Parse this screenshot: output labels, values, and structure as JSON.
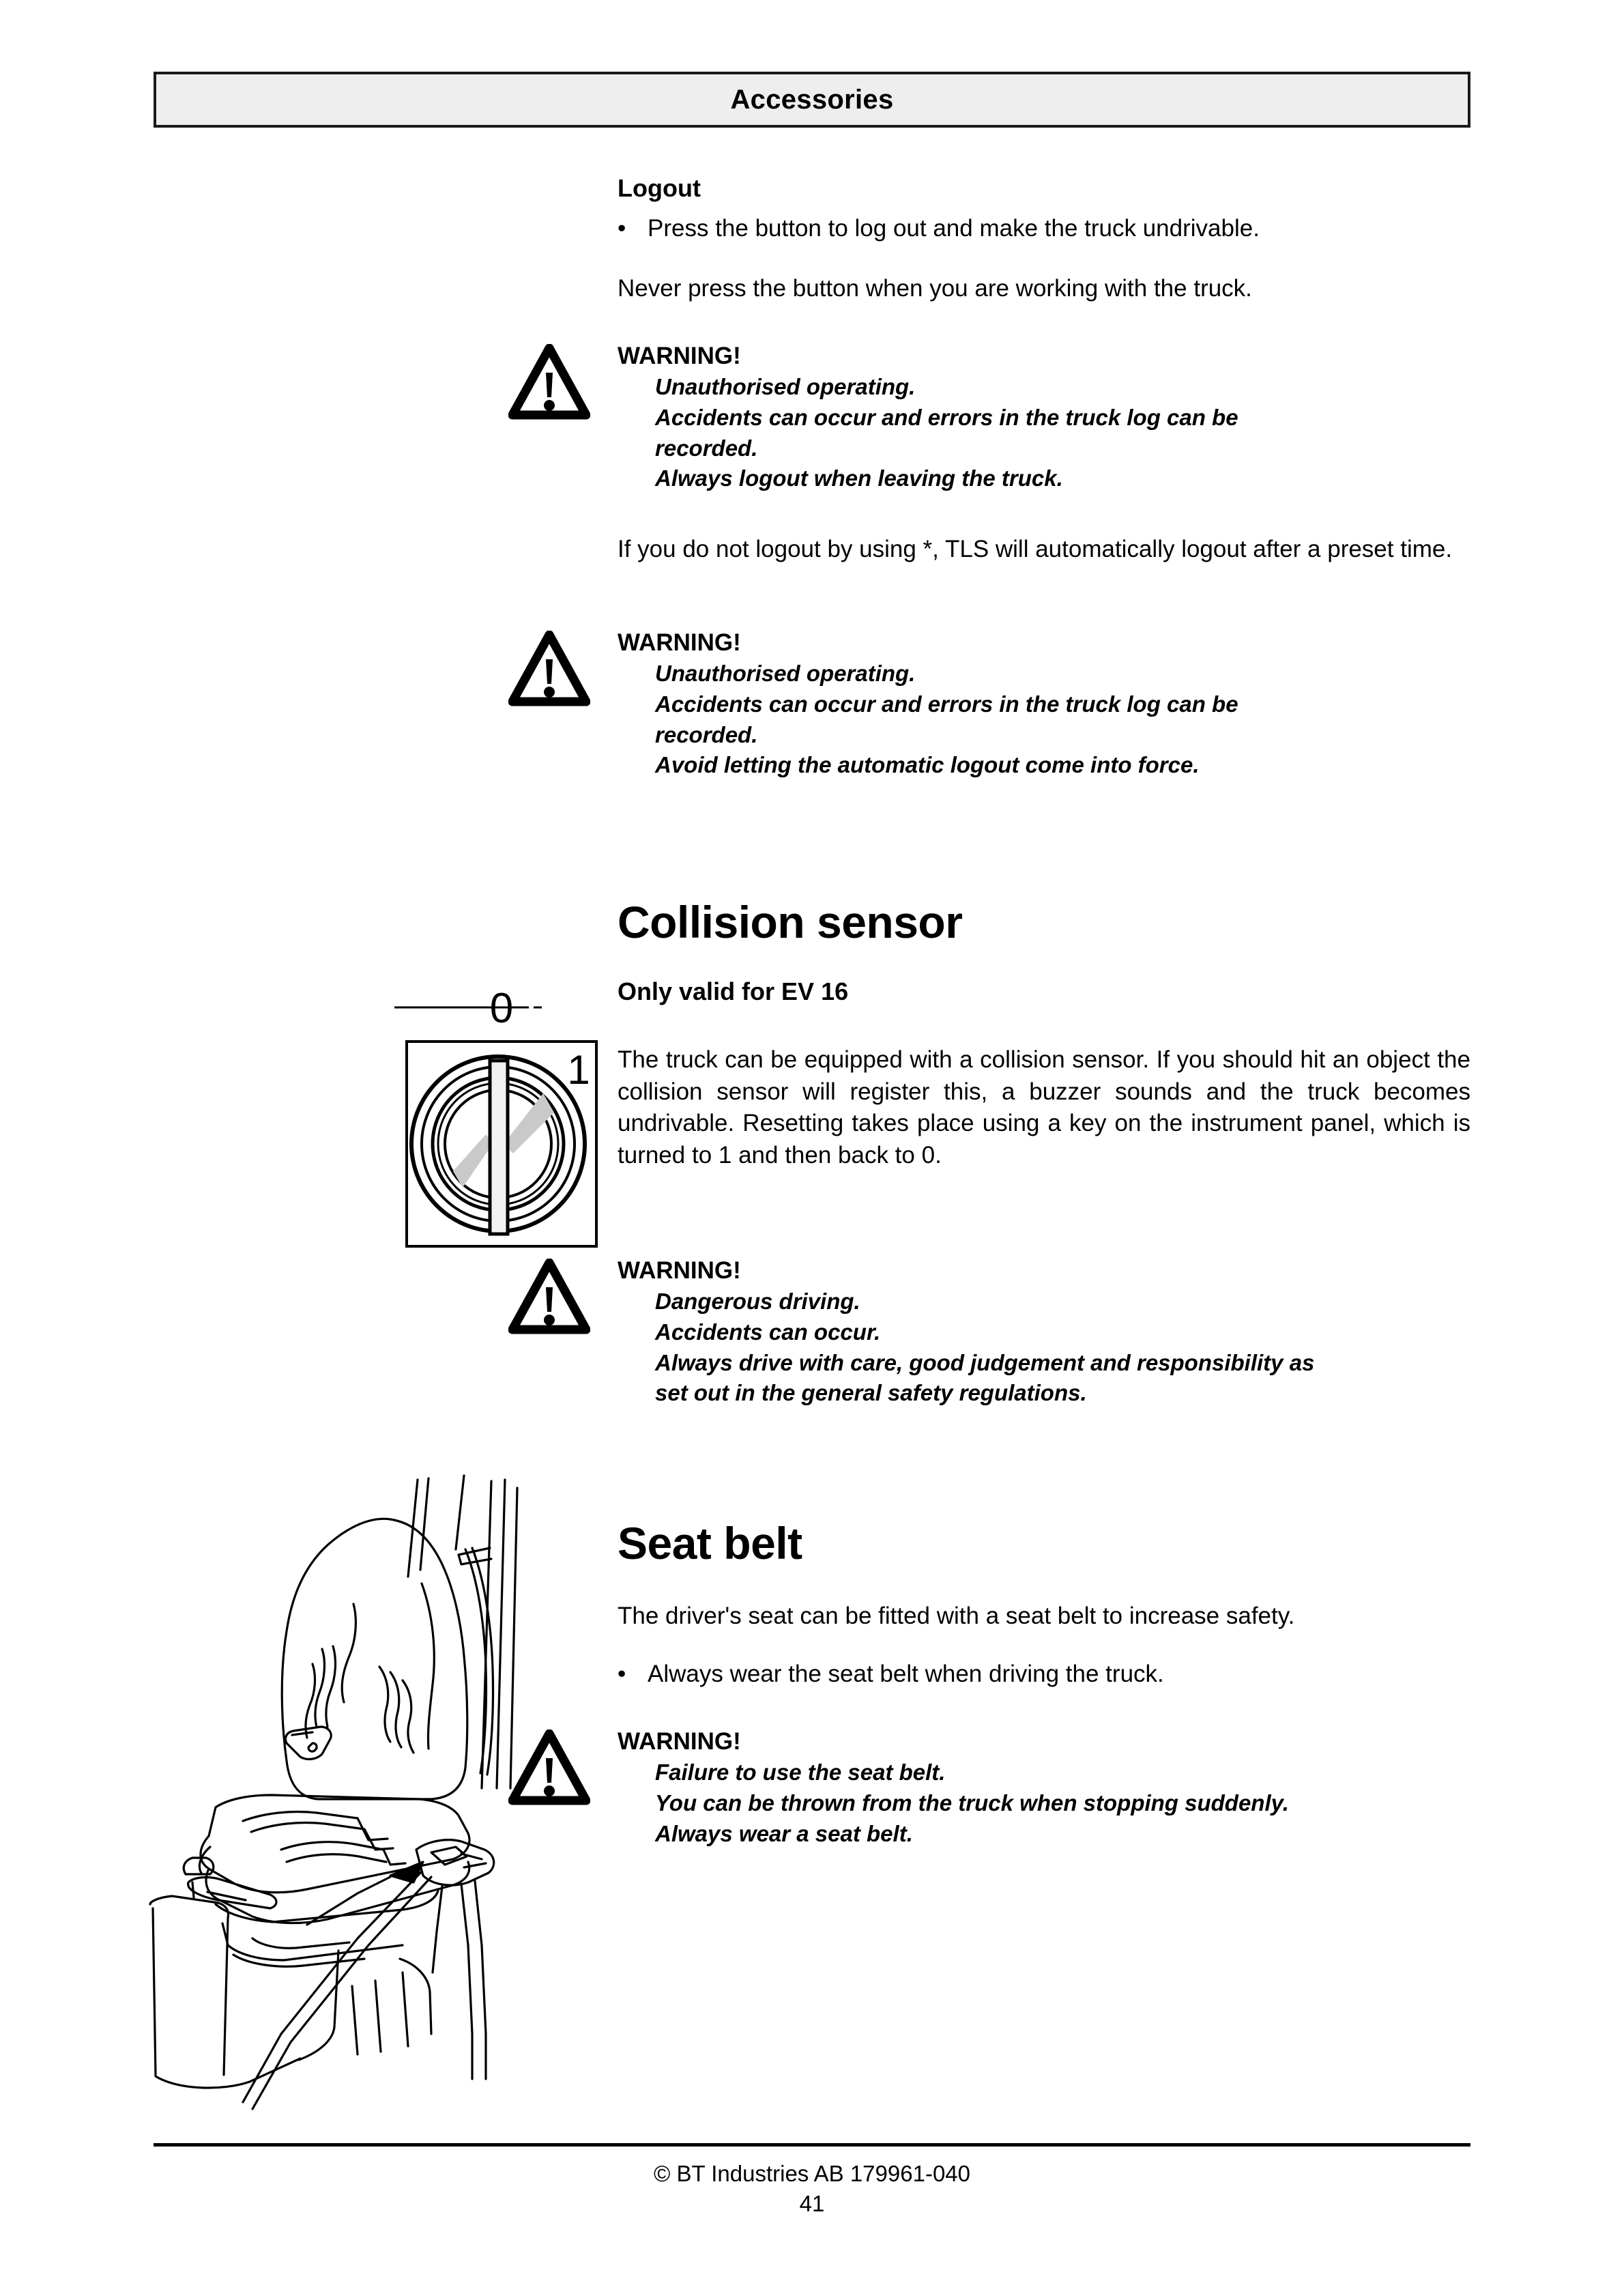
{
  "header": {
    "title": "Accessories"
  },
  "logout": {
    "heading": "Logout",
    "bullet_marker": "•",
    "bullet": "Press the button to log out and make the truck undrivable.",
    "paragraph": "Never press the button when you are working with the truck.",
    "paragraph2": "If you do not logout by using *, TLS will automatically logout after a preset time."
  },
  "warnings": [
    {
      "icon": "warning-triangle-icon",
      "heading": "WARNING!",
      "lines": [
        "Unauthorised operating.",
        "Accidents can occur and errors in the truck log can be",
        "recorded.",
        "Always logout when leaving the truck."
      ]
    },
    {
      "icon": "warning-triangle-icon",
      "heading": "WARNING!",
      "lines": [
        "Unauthorised operating.",
        "Accidents can occur and errors in the truck log can be",
        "recorded.",
        "Avoid letting the automatic logout come into force."
      ]
    },
    {
      "icon": "warning-triangle-icon",
      "heading": "WARNING!",
      "lines": [
        "Dangerous driving.",
        "Accidents can occur.",
        "Always drive with care, good judgement and responsibility as",
        "set out in the general safety regulations."
      ]
    },
    {
      "icon": "warning-triangle-icon",
      "heading": "WARNING!",
      "lines": [
        "Failure to use the seat belt.",
        "You can be thrown from the truck when stopping suddenly.",
        "Always wear a seat belt."
      ]
    }
  ],
  "collision": {
    "title": "Collision sensor",
    "subtitle": "Only valid for EV 16",
    "paragraph": "The truck can be equipped with a collision sensor. If you should hit an object the collision sensor will register this, a buzzer sounds and the truck becomes undrivable. Resetting takes place using a key on the instrument panel, which is turned to 1 and then back to 0.",
    "switch_illustration": {
      "name": "key-switch-illustration",
      "label_off": "0",
      "label_on": "1"
    }
  },
  "seatbelt": {
    "title": "Seat belt",
    "paragraph": "The driver's seat can be fitted with a seat belt to increase safety.",
    "bullet_marker": "•",
    "bullet": "Always wear the seat belt when driving the truck.",
    "illustration": {
      "name": "driver-seat-with-seat-belt-illustration"
    }
  },
  "footer": {
    "copyright": "© BT Industries AB 179961-040",
    "page_number": "41"
  },
  "colors": {
    "header_fill": "#eeeeee",
    "rule": "#000000",
    "text": "#000000",
    "illustration_shade": "#c9c9c9"
  }
}
